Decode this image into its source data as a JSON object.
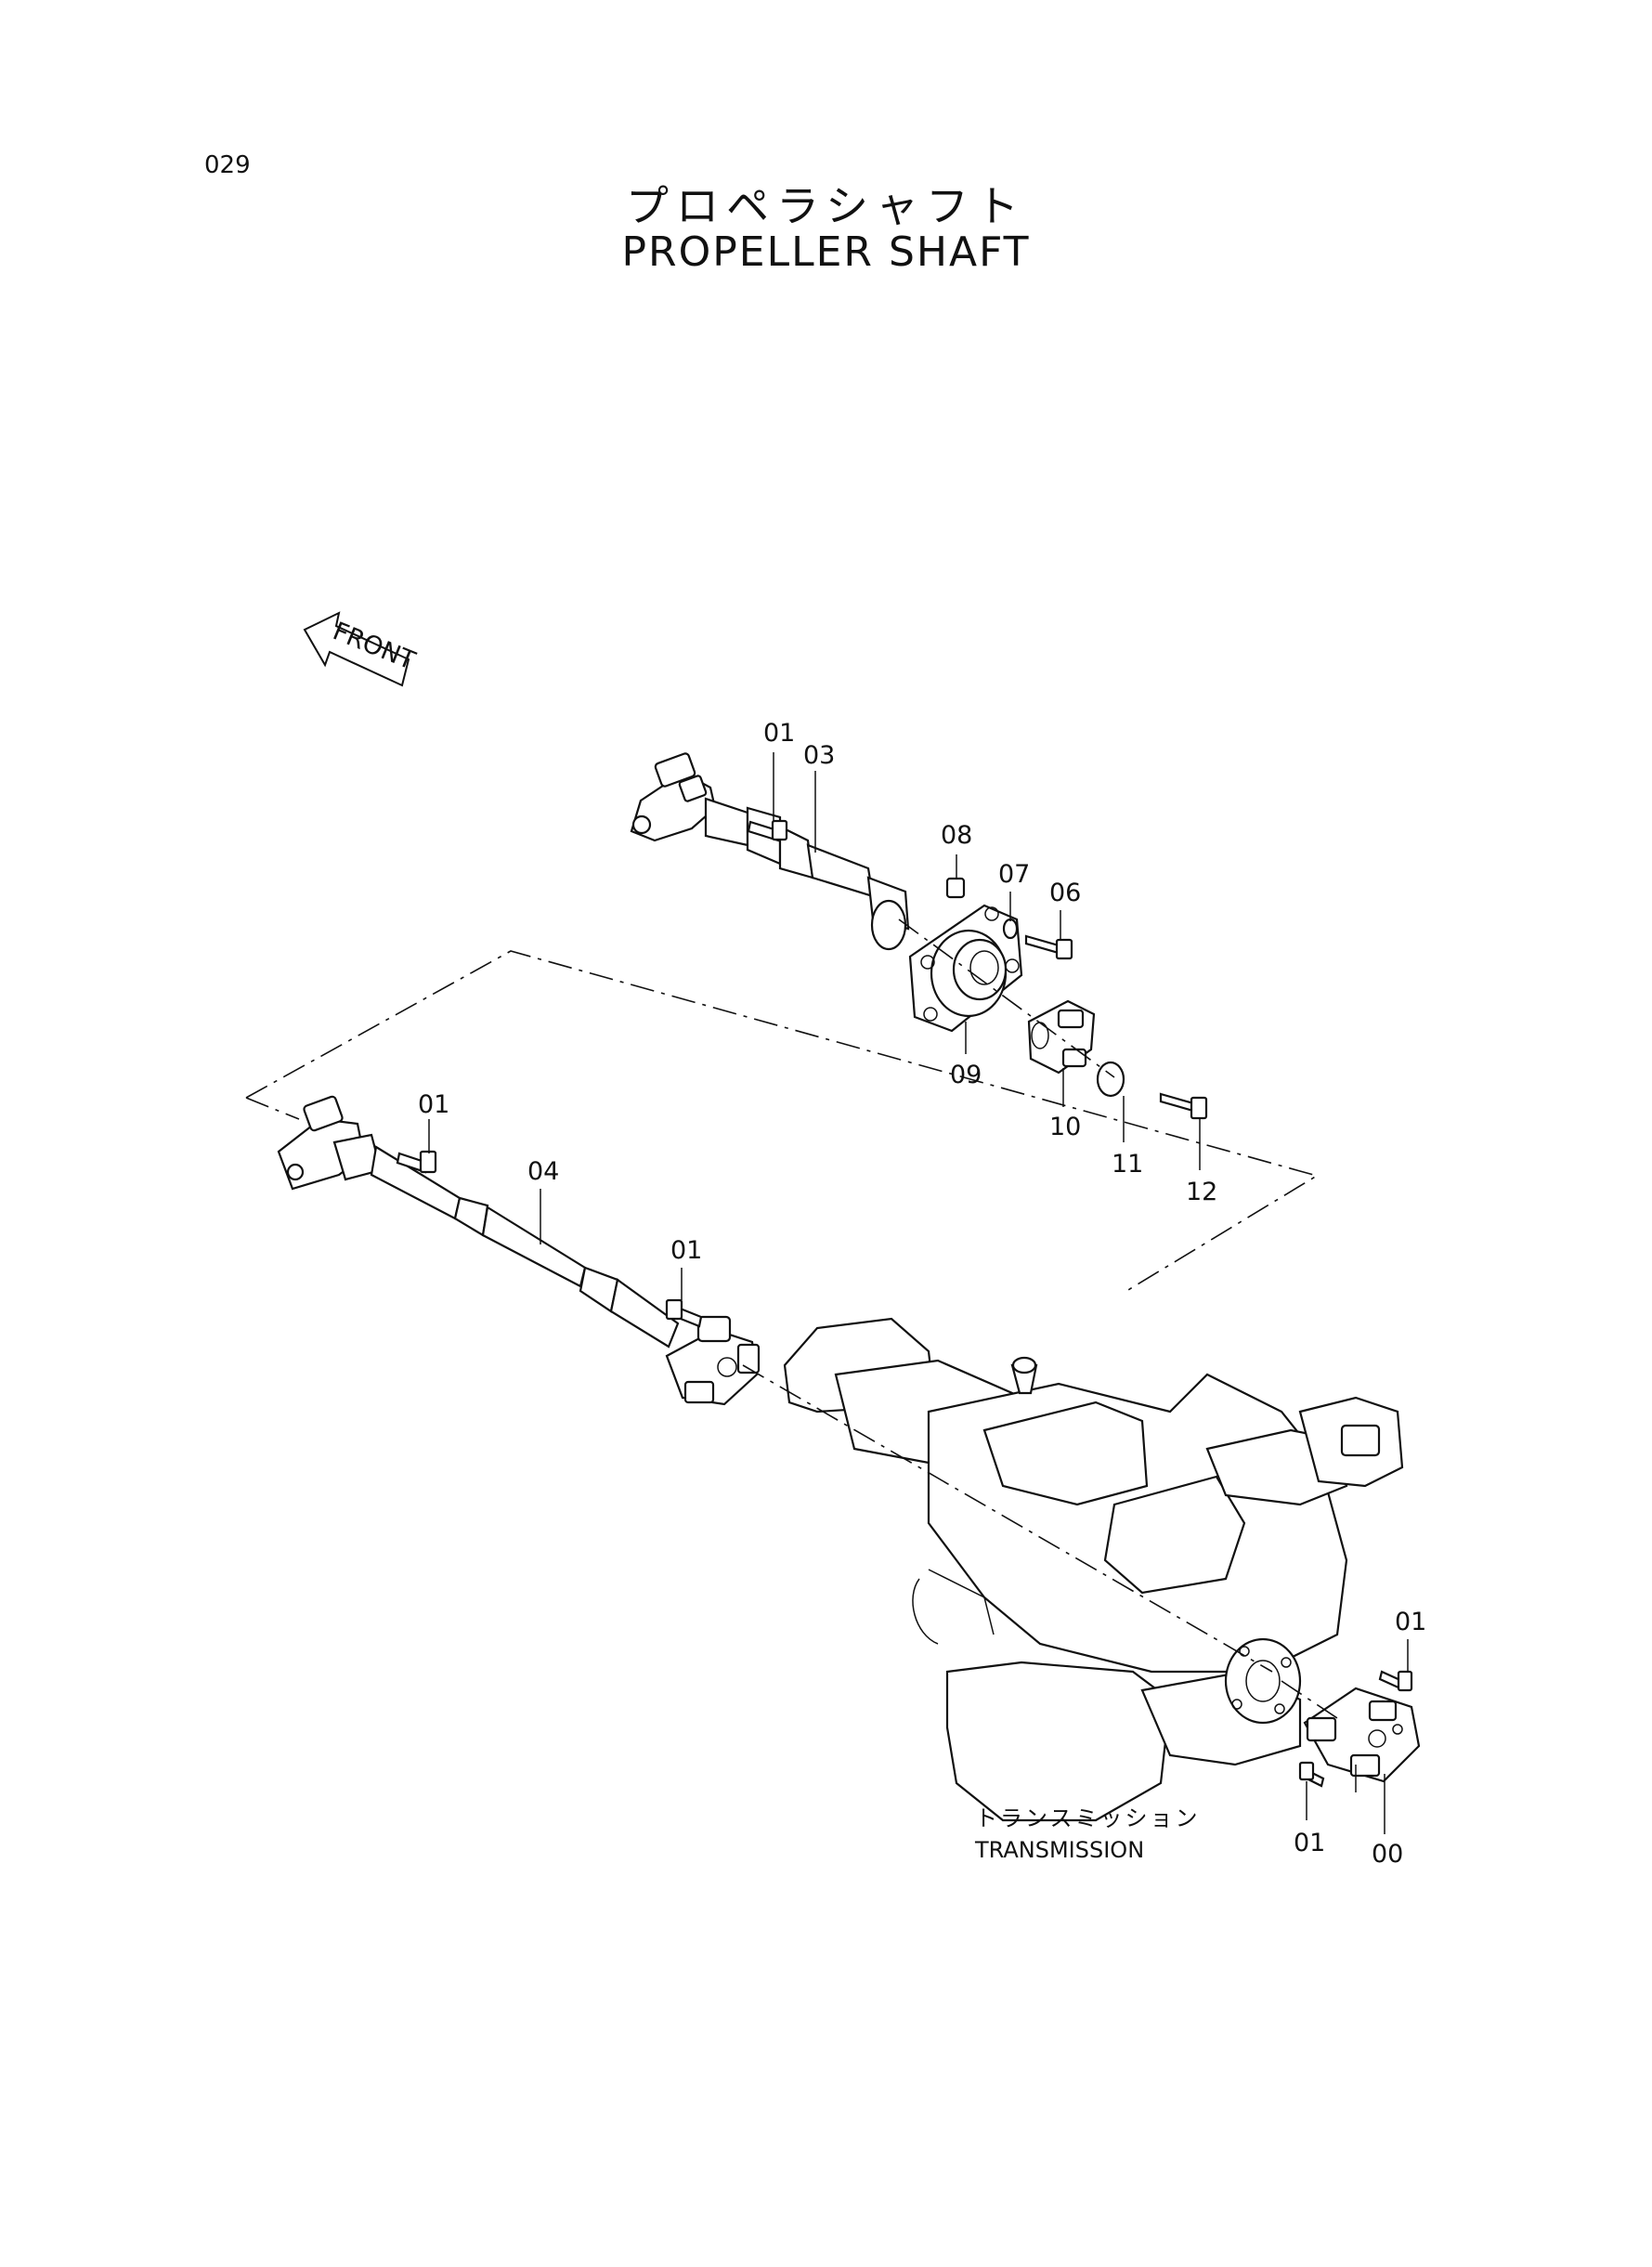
{
  "page_number": "029",
  "title_jp": "プロペラシャフト",
  "title_en": "PROPELLER SHAFT",
  "front_label": "FRONT",
  "transmission_label_jp": "トランスミッション",
  "transmission_label_en": "TRANSMISSION",
  "callouts": {
    "c01a": "01",
    "c03": "03",
    "c08": "08",
    "c07": "07",
    "c06": "06",
    "c09": "09",
    "c10": "10",
    "c11": "11",
    "c12": "12",
    "c01b": "01",
    "c04": "04",
    "c01c": "01",
    "c01d": "01",
    "c01e": "01",
    "c00": "00"
  }
}
